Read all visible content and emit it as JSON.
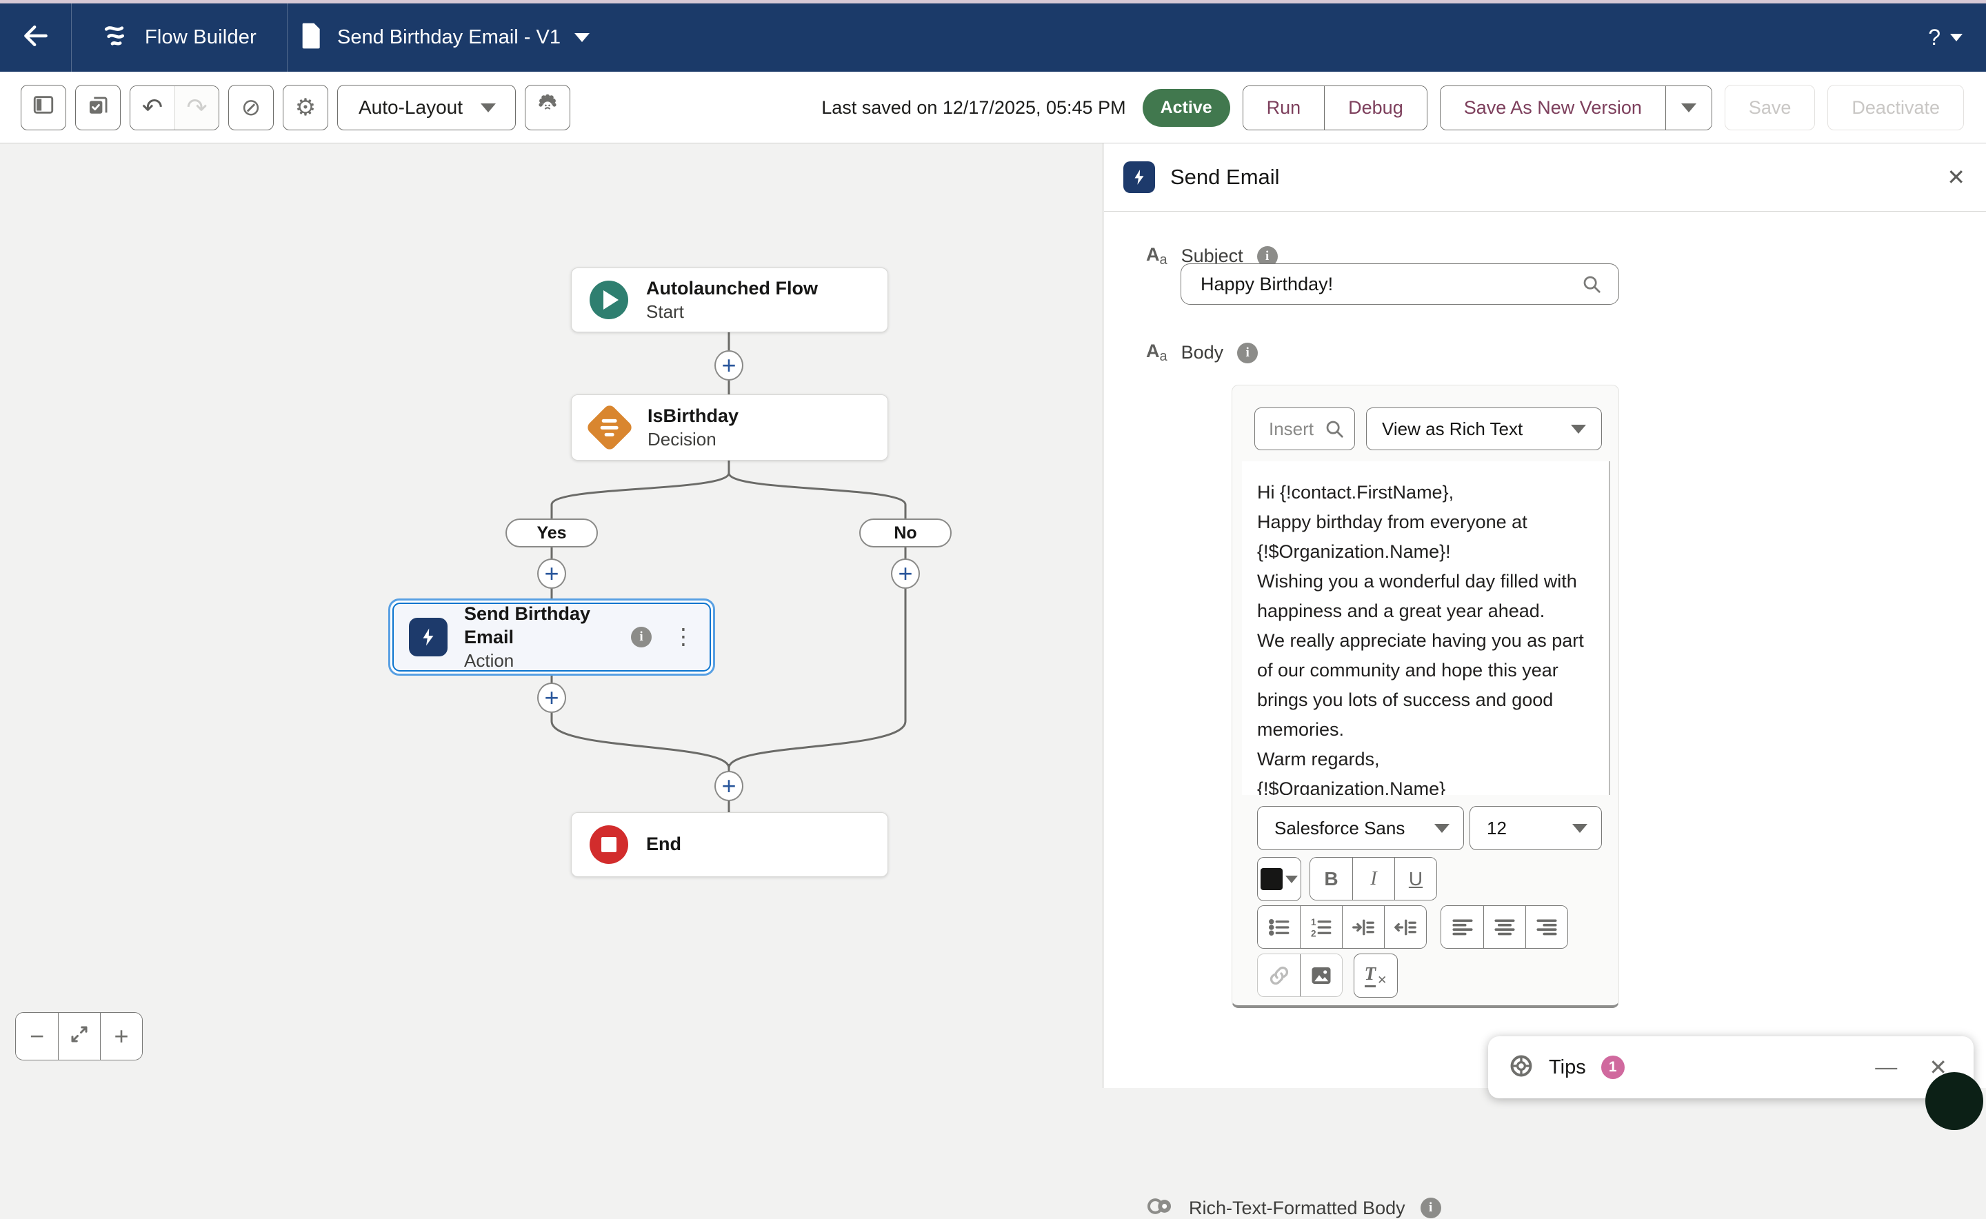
{
  "nav": {
    "app_title": "Flow Builder",
    "tab_title": "Send Birthday Email - V1",
    "help_label": "?"
  },
  "toolbar": {
    "layout_select": "Auto-Layout",
    "last_saved": "Last saved on 12/17/2025, 05:45 PM",
    "status_badge": "Active",
    "run_label": "Run",
    "debug_label": "Debug",
    "save_as_new_version_label": "Save As New Version",
    "save_label": "Save",
    "deactivate_label": "Deactivate"
  },
  "canvas": {
    "nodes": {
      "start": {
        "title": "Autolaunched Flow",
        "subtitle": "Start"
      },
      "decision": {
        "title": "IsBirthday",
        "subtitle": "Decision"
      },
      "action": {
        "title": "Send Birthday Email",
        "subtitle": "Action"
      },
      "end": {
        "title": "End"
      }
    },
    "branch_labels": {
      "yes": "Yes",
      "no": "No"
    },
    "zoom_controls": {
      "zoom_out": "−",
      "zoom_in": "+"
    }
  },
  "panel": {
    "title": "Send Email",
    "subject": {
      "label": "Subject",
      "value": "Happy Birthday!"
    },
    "body": {
      "label": "Body",
      "insert_placeholder": "Insert a",
      "view_mode": "View as Rich Text",
      "lines": [
        "Hi {!contact.FirstName},",
        "Happy birthday from everyone at {!$Organization.Name}!",
        "Wishing you a wonderful day filled with happiness and a great year ahead.",
        "We really appreciate having you as part of our community and hope this year brings you lots of success and good memories.",
        "Warm regards,",
        "{!$Organization.Name}"
      ],
      "font_name": "Salesforce Sans",
      "font_size": "12"
    },
    "rich_text_toggle_label": "Rich-Text-Formatted Body"
  },
  "tips": {
    "label": "Tips",
    "badge_count": "1"
  },
  "colors": {
    "navy": "#1b3a69",
    "accent_plum": "#7d3f5c",
    "active_green": "#41784e",
    "start_teal": "#2f7f70",
    "decision_orange": "#d9862f",
    "end_red": "#d22c2c",
    "selection_blue": "#0b74ce",
    "tips_badge_pink": "#d0699e"
  }
}
